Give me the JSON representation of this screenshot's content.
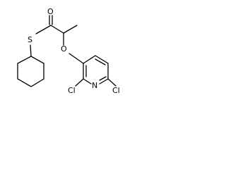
{
  "molecule": {
    "atoms": {
      "oxygen_carbonyl": "O",
      "sulfur": "S",
      "oxygen_ether": "O",
      "chlorine_left": "Cl",
      "nitrogen_ring": "N",
      "chlorine_right": "Cl"
    }
  }
}
